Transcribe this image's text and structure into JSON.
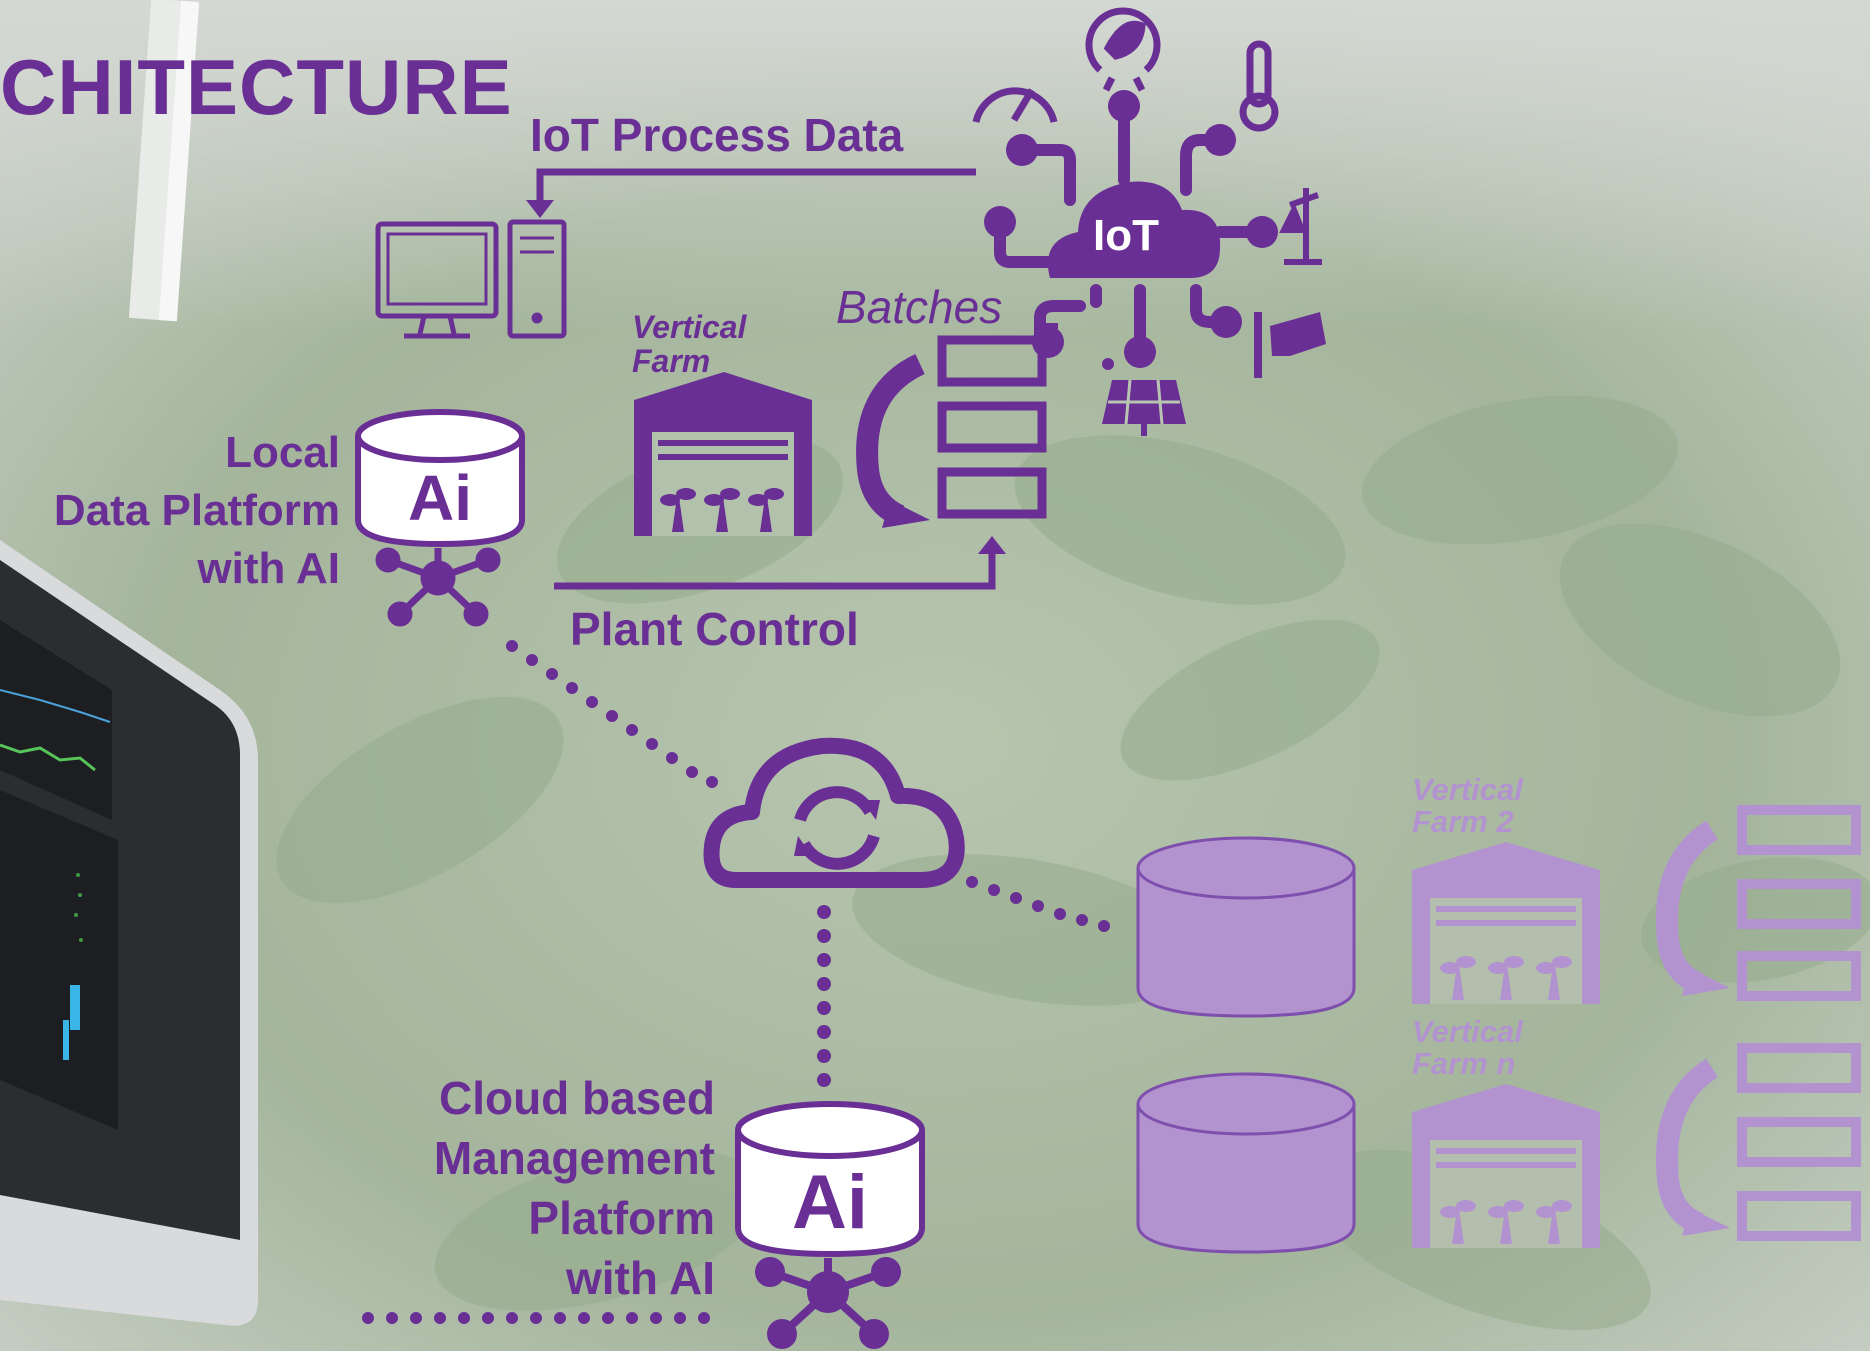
{
  "heading": "CHITECTURE",
  "labels": {
    "iot_process_data": "IoT Process Data",
    "plant_control": "Plant Control",
    "batches": "Batches",
    "vertical_farm": [
      "Vertical",
      "Farm"
    ],
    "local_platform": [
      "Local",
      "Data Platform",
      "with AI"
    ],
    "cloud_platform": [
      "Cloud based",
      "Management",
      "Platform",
      "with AI"
    ],
    "vertical_farm_2": [
      "Vertical",
      "Farm 2"
    ],
    "vertical_farm_n": [
      "Vertical",
      "Farm n"
    ],
    "iot_hub": "IoT",
    "ai_badge": "Ai"
  },
  "colors": {
    "primary_purple": "#6a2f95",
    "light_purple": "#b293d0",
    "background_green": "#a9b8a3",
    "monitor_frame": "#d9dadc",
    "screen_dark": "#2b2d31"
  },
  "icons": [
    "power-leaf-icon",
    "gauge-icon",
    "thermometer-icon",
    "scale-icon",
    "security-camera-icon",
    "solar-panel-icon",
    "desktop-computer-icon",
    "cloud-sync-icon",
    "database-icon",
    "vertical-farm-icon",
    "batch-stack-icon"
  ]
}
